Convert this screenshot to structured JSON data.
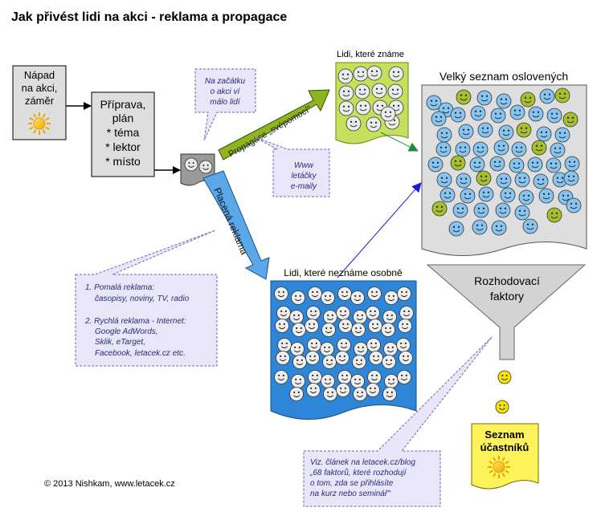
{
  "title": "Jak přivést lidi na akci - reklama a propagace",
  "idea_box": {
    "lines": [
      "Nápad",
      "na akci,",
      "záměr"
    ]
  },
  "prep_box": {
    "lines": [
      "Příprava,",
      "plán",
      "* téma",
      "* lektor",
      "* místo"
    ]
  },
  "note_start": {
    "lines": [
      "Na začátku",
      "o akci ví",
      "málo lidí"
    ]
  },
  "note_channels": {
    "lines": [
      "Www",
      "letáčky",
      "e-maily"
    ]
  },
  "arrow_propagace": "Propagace „svépomocí\"",
  "arrow_placena": "Placená reklama",
  "known_people_label": "Lidi, které známe",
  "unknown_people_label": "Lidi, které neznáme osobně",
  "reached_label": "Velký seznam oslovených",
  "funnel_label": {
    "lines": [
      "Rozhodovací",
      "faktory"
    ]
  },
  "participants_label": {
    "lines": [
      "Seznam",
      "účastníků"
    ]
  },
  "note_ads": {
    "lines": [
      "1. Pomalá reklama:",
      "časopisy, noviny, TV, radio",
      "2. Rychlá reklama - Internet:",
      "Google AdWords,",
      "Sklik, eTarget,",
      "Facebook, letacek.cz etc."
    ]
  },
  "note_article": {
    "lines": [
      "Viz. článek na letacek.cz/blog",
      "„68 faktorů, které rozhodují",
      "o tom, zda se přihlásíte",
      "na kurz nebo seminář\""
    ]
  },
  "footer": "© 2013 Nishkam, www.letacek.cz",
  "colors": {
    "blue_face": "#87c4ef",
    "green_face": "#a6bf2a",
    "known_fill": "#c5e05c",
    "unknown_fill": "#2e86d8",
    "note_fill": "#e8e6f8",
    "note_border": "#6b63b5",
    "box_fill": "#dedede",
    "participants_fill": "#fff35c",
    "sun": "#f5c800",
    "funnel": "#d3d3d3",
    "arrow_green": "#8fb51e",
    "arrow_blue": "#5aa8ea"
  }
}
